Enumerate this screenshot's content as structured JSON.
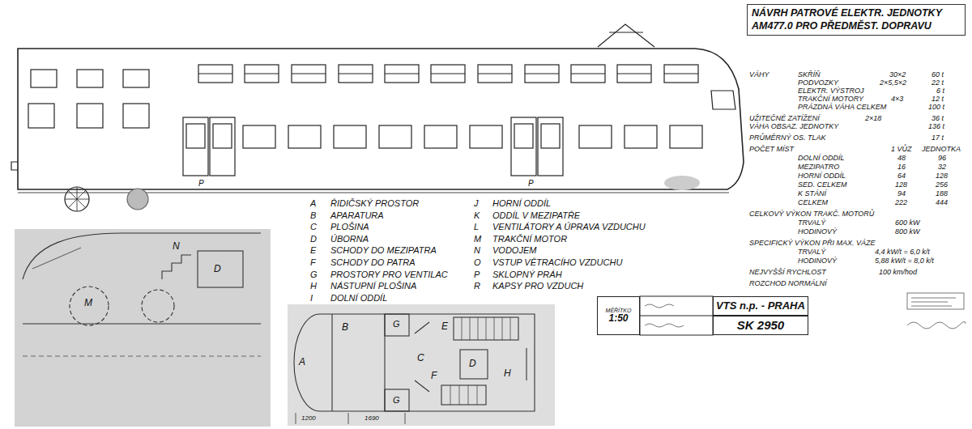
{
  "diagram": {
    "title": "NÁVRH PATROVÉ ELEKTR. JEDNOTKY AM477.0 PRO PŘEDMĚST. DOPRAVU",
    "nodes": [
      {
        "text": [
          "MĚŘÍTKO",
          "1:50"
        ]
      },
      {
        "text": [
          "VTS n.p. - PRAHA"
        ]
      },
      {
        "text": [
          "SK 2950"
        ]
      }
    ],
    "labels": [
      "A",
      "ŘIDIČSKÝ PROSTOR",
      "B",
      "APARATURA",
      "C",
      "PLOŠINA",
      "D",
      "ÚBORNA",
      "E",
      "SCHODY DO MEZIPATRA",
      "F",
      "SCHODY DO PATRA",
      "G",
      "PROSTORY PRO VENTILAC",
      "H",
      "NÁSTUPNÍ PLOŠINA",
      "I",
      "DOLNÍ ODDÍL",
      "J",
      "HORNÍ ODDÍL",
      "K",
      "ODDÍL V MEZIPATŘE",
      "L",
      "VENTILÁTORY A ÚPRAVA VZDUCHU",
      "M",
      "TRAKČNÍ MOTOR",
      "N",
      "VODOJEM",
      "O",
      "VSTUP VĚTRACÍHO VZDUCHU",
      "P",
      "SKLOPNÝ PRÁH",
      "R",
      "KAPSY PRO VZDUCH",
      "VÁHY",
      "SKŘÍŇ",
      "30×2",
      "60 t",
      "PODVOZKY",
      "2×5,5×2",
      "22 t",
      "ELEKTR. VÝSTROJ",
      "6 t",
      "TRAKČNÍ MOTORY",
      "4×3",
      "12 t",
      "PRÁZDNÁ VÁHA CELKEM",
      "100 t",
      "UŽITEČNÉ ZATÍŽENÍ",
      "2×18",
      "36 t",
      "VÁHA OBSAZ. JEDNOTKY",
      "136 t",
      "PRŮMĚRNÝ OS. TLAK",
      "17 t",
      "POČET MÍST",
      "1 VŮZ",
      "JEDNOTKA",
      "DOLNÍ ODDÍL",
      "48",
      "96",
      "MEZIPATRO",
      "16",
      "32",
      "HORNÍ ODDÍL",
      "64",
      "128",
      "SED. CELKEM",
      "128",
      "256",
      "K STÁNÍ",
      "94",
      "188",
      "CELKEM",
      "222",
      "444",
      "CELKOVÝ VÝKON TRAKČ. MOTORŮ",
      "TRVALÝ",
      "600 kW",
      "HODINOVÝ",
      "800 kW",
      "SPECIFICKÝ VÝKON PŘI MAX. VÁZE",
      "TRVALÝ",
      "4,4 kW/t = 6,0 k/t",
      "HODINOVÝ",
      "5,88 kW/t = 8,0 k/t",
      "NEJVYŠŠÍ RYCHLOST",
      "100 km/hod",
      "ROZCHOD NORMÁLNÍ",
      "P",
      "P",
      "M",
      "N",
      "D",
      "A",
      "B",
      "G",
      "G",
      "C",
      "E",
      "F",
      "D",
      "H",
      "1200",
      "1690"
    ]
  }
}
